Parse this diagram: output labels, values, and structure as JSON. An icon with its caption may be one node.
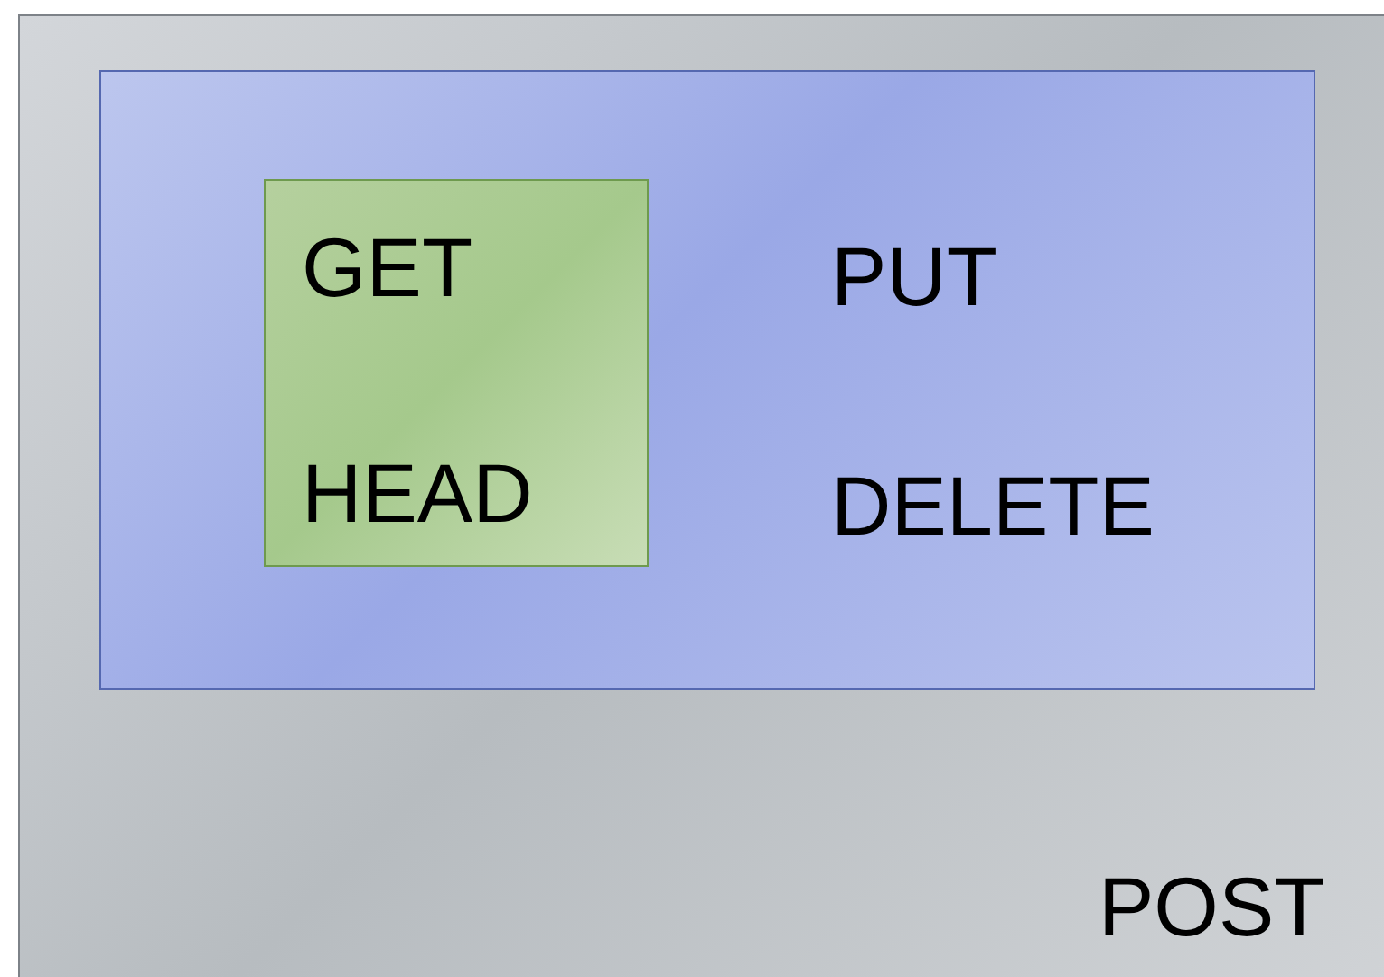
{
  "diagram": {
    "nodes": [
      {
        "text": [
          "POST"
        ]
      },
      {
        "text": [
          "PUT",
          "DELETE"
        ],
        "in": 0
      },
      {
        "text": [
          "GET",
          "HEAD"
        ],
        "in": 1
      }
    ]
  }
}
